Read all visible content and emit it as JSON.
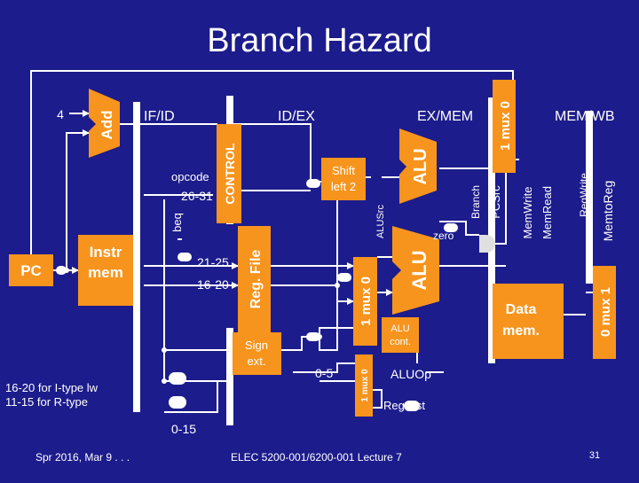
{
  "title": "Branch Hazard",
  "footer": {
    "left": "Spr 2016, Mar 9 . . .",
    "center": "ELEC 5200-001/6200-001 Lecture 7",
    "page": "31"
  },
  "pipeline_registers": [
    "IF/ID",
    "ID/EX",
    "EX/MEM",
    "MEM/WB"
  ],
  "blocks": {
    "pc": "PC",
    "instr_mem_line1": "Instr",
    "instr_mem_line2": "mem",
    "add": "Add",
    "constant_4": "4",
    "control": "CONTROL",
    "reg_file": "Reg. File",
    "sign_ext_line1": "Sign",
    "sign_ext_line2": "ext.",
    "shift_left_line1": "Shift",
    "shift_left_line2": "left 2",
    "alu_branch": "ALU",
    "alu_main": "ALU",
    "alu_cont_line1": "ALU",
    "alu_cont_line2": "cont.",
    "data_mem_line1": "Data",
    "data_mem_line2": "mem.",
    "mux_pc": "1 mux 0",
    "mux_alusrc": "1 mux 0",
    "mux_regdst": "1 mux 0",
    "mux_wb": "0 mux 1"
  },
  "labels": {
    "opcode": "opcode",
    "bits_26_31": "26-31",
    "beq": "beq",
    "bits_21_25": "21-25",
    "bits_16_20": "16-20",
    "bits_0_5": "0-5",
    "bits_0_15": "0-15",
    "alusrc": "ALUSrc",
    "zero": "zero",
    "branch": "Branch",
    "pcsrc": "PCSrc",
    "memwrite": "MemWrite",
    "memread": "MemRead",
    "regwrite": "RegWrite",
    "memtoreg": "MemtoReg",
    "aluop": "ALUOp",
    "regdst": "Reg.Dst",
    "note_line1": "16-20 for I-type lw",
    "note_line2": "11-15 for R-type"
  },
  "colors": {
    "background": "#1c1c8c",
    "block_orange": "#f7941d",
    "wire_white": "#ffffff",
    "text_white": "#ffffff",
    "and_gate": "#e0e0e0"
  }
}
